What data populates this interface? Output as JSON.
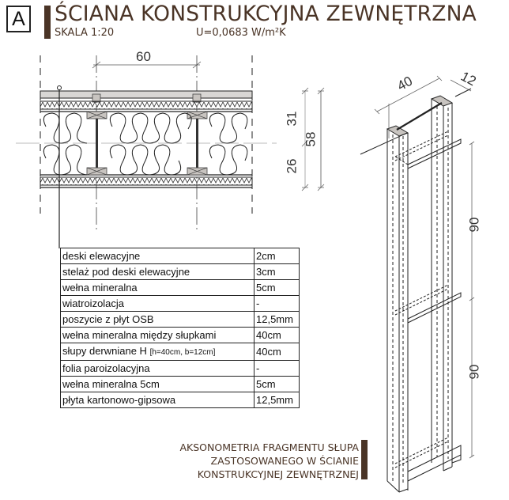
{
  "header": {
    "badge": "A",
    "title": "ŚCIANA KONSTRUKCYJNA ZEWNĘTRZNA",
    "scale": "SKALA 1:20",
    "u_value": "U=0,0683 W/m²K"
  },
  "section": {
    "dimension_spacing": "60",
    "dimension_top": "31",
    "dimension_bottom": "26",
    "dimension_total": "58"
  },
  "layers_table": {
    "rows": [
      {
        "name": "deski elewacyjne",
        "note": "",
        "thickness": "2cm"
      },
      {
        "name": "stelaż pod deski elewacyjne",
        "note": "",
        "thickness": "3cm"
      },
      {
        "name": "wełna mineralna",
        "note": "",
        "thickness": "5cm"
      },
      {
        "name": "wiatroizolacja",
        "note": "",
        "thickness": "-"
      },
      {
        "name": "poszycie z płyt OSB",
        "note": "",
        "thickness": "12,5mm"
      },
      {
        "name": "wełna mineralna między słupkami",
        "note": "",
        "thickness": "40cm"
      },
      {
        "name": "słupy derwniane H ",
        "note": "[h=40cm, b=12cm]",
        "thickness": "40cm"
      },
      {
        "name": "folia paroizolacyjna",
        "note": "",
        "thickness": "-"
      },
      {
        "name": "wełna mineralna 5cm",
        "note": "",
        "thickness": "5cm"
      },
      {
        "name": "płyta kartonowo-gipsowa",
        "note": "",
        "thickness": "12,5mm"
      }
    ]
  },
  "axonometry": {
    "dimension_width": "40",
    "dimension_depth": "12",
    "dimension_upper": "90",
    "dimension_lower": "90",
    "caption_lines": [
      "AKSONOMETRIA FRAGMENTU SŁUPA",
      "ZASTOSOWANEGO W ŚCIANIE",
      "KONSTRUKCYJNEJ ZEWNĘTRZNEJ"
    ]
  },
  "colors": {
    "brand_brown": "#4a3426",
    "stud_gray": "#c8c4c0",
    "line": "#222222"
  }
}
